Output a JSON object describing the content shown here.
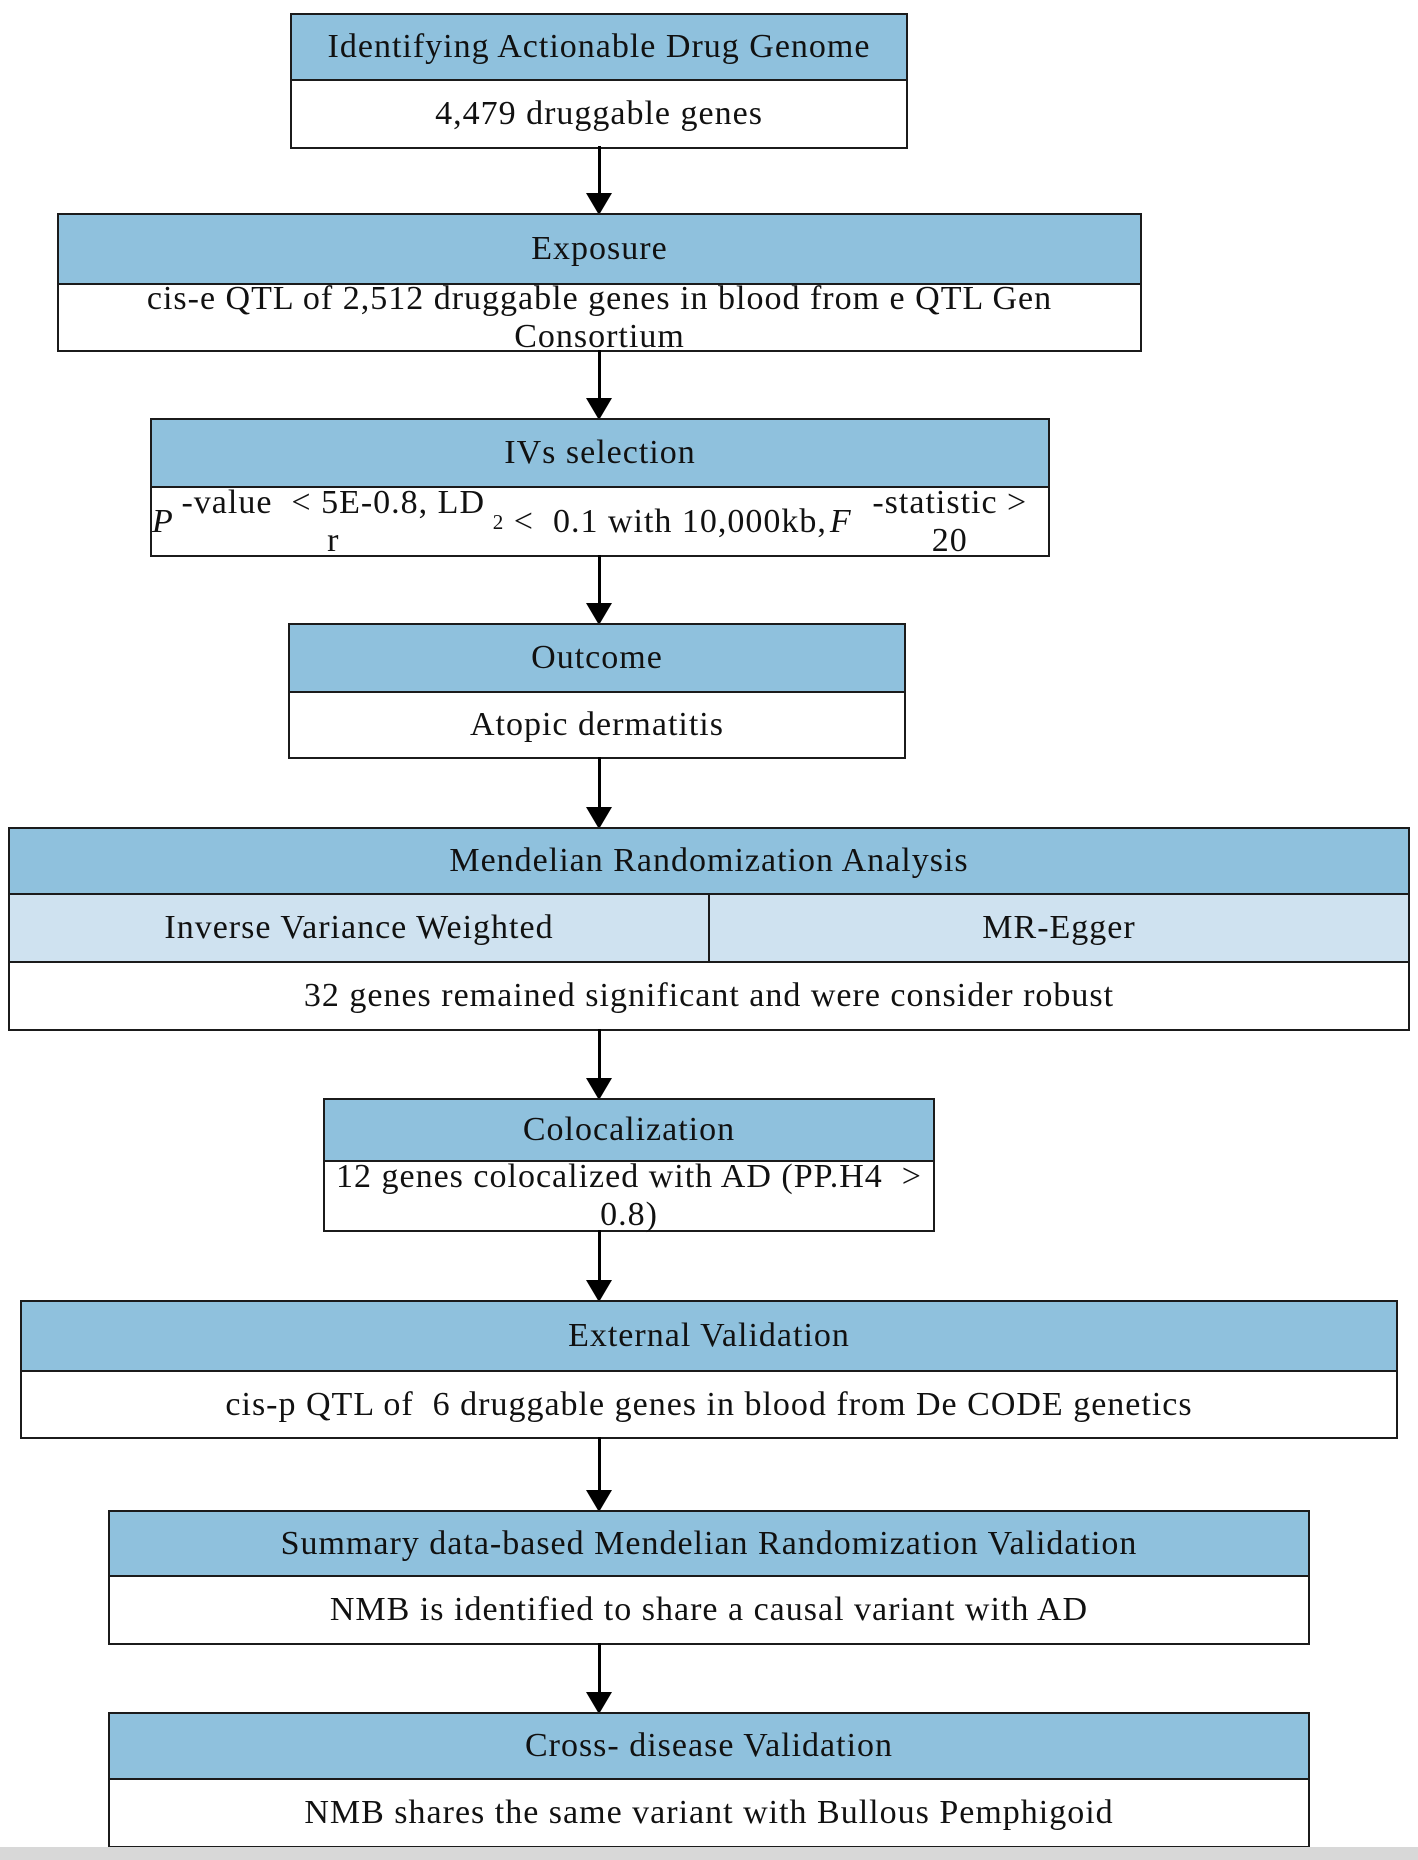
{
  "figure": {
    "type": "flowchart",
    "title": "Drug-target Mendelian randomization workflow for atopic dermatitis",
    "colors": {
      "header_fill": "#8fc1dd",
      "subcell_fill": "#cfe2f0",
      "border": "#1b1b1b",
      "body_fill": "#ffffff",
      "arrow": "#000000",
      "bottom_strip": "#d8d8d8"
    },
    "boxes": [
      {
        "header": "Identifying Actionable Drug Genome",
        "body": "4,479 druggable genes"
      },
      {
        "header": "Exposure",
        "body": "cis-e QTL of 2,512 druggable genes in blood from e QTL Gen Consortium"
      },
      {
        "header": "IVs selection",
        "body_parts": {
          "p_italic": "P",
          "t1": "-value  < 5E-0.8, LD r",
          "sup": "2",
          "t2": " <  0.1 with 10,000kb, ",
          "f_italic": "F",
          "t3": "-statistic > 20"
        }
      },
      {
        "header": "Outcome",
        "body": "Atopic dermatitis"
      },
      {
        "header": "Mendelian Randomization Analysis",
        "subcells": [
          "Inverse Variance Weighted",
          "MR-Egger"
        ],
        "body": "32 genes remained significant and were consider robust"
      },
      {
        "header": "Colocalization",
        "body": "12 genes colocalized with AD (PP.H4  >  0.8)"
      },
      {
        "header": "External Validation",
        "body": "cis-p QTL of  6 druggable genes in blood from De CODE genetics"
      },
      {
        "header": "Summary data-based Mendelian Randomization Validation",
        "body": "NMB is identified to share a causal variant with AD"
      },
      {
        "header": "Cross- disease Validation",
        "body": "NMB shares the same variant with Bullous Pemphigoid"
      }
    ]
  }
}
